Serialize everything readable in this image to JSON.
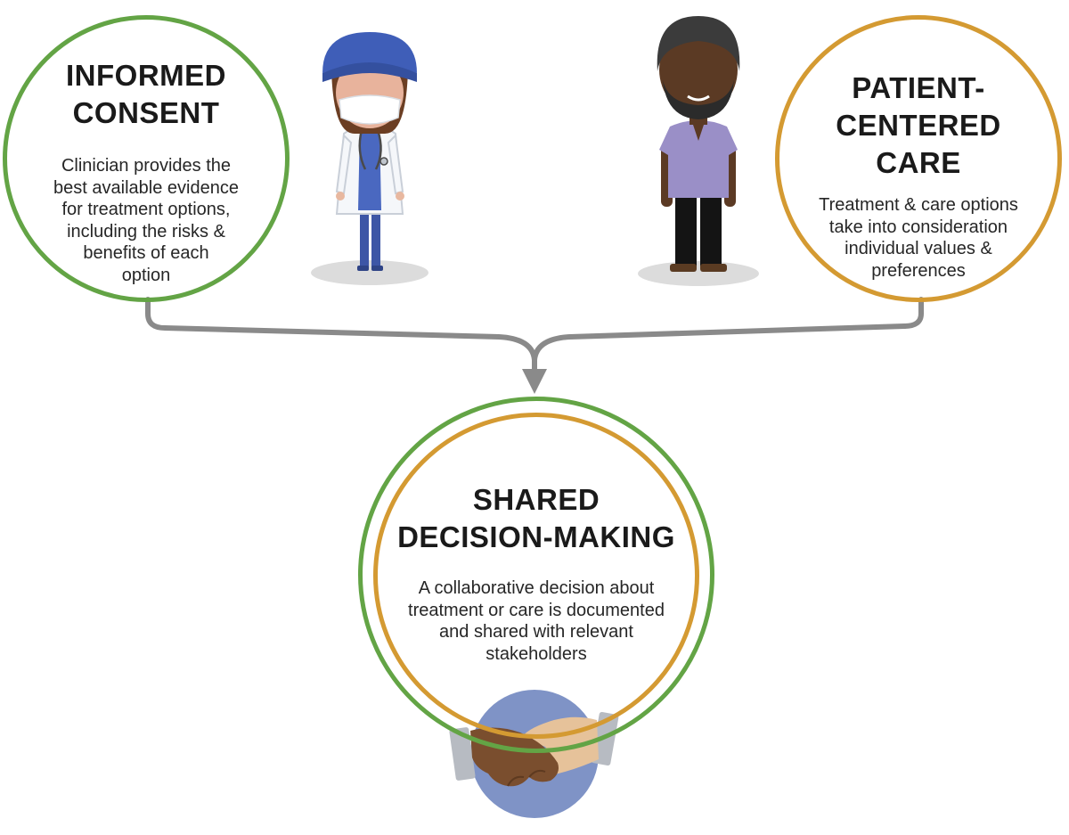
{
  "informed_consent": {
    "title_lines": [
      "INFORMED",
      "CONSENT"
    ],
    "body_lines": [
      "Clinician provides the",
      "best available evidence",
      "for treatment options,",
      "including the risks &",
      "benefits of each",
      "option"
    ]
  },
  "patient_centered_care": {
    "title_lines": [
      "PATIENT-",
      "CENTERED",
      "CARE"
    ],
    "body_lines": [
      "Treatment & care options",
      "take into consideration",
      "individual values &",
      "preferences"
    ]
  },
  "shared_decision_making": {
    "title_lines": [
      "SHARED",
      "DECISION-MAKING"
    ],
    "body_lines": [
      "A collaborative decision about",
      "treatment or care is documented",
      "and shared with relevant",
      "stakeholders"
    ]
  },
  "colors": {
    "informed_consent_ring": "#63a445",
    "patient_centered_ring": "#d49a32",
    "connector": "#8a8a8a",
    "handshake_disc": "#7f93c6"
  },
  "icons": [
    "clinician-icon",
    "patient-icon",
    "handshake-icon"
  ]
}
